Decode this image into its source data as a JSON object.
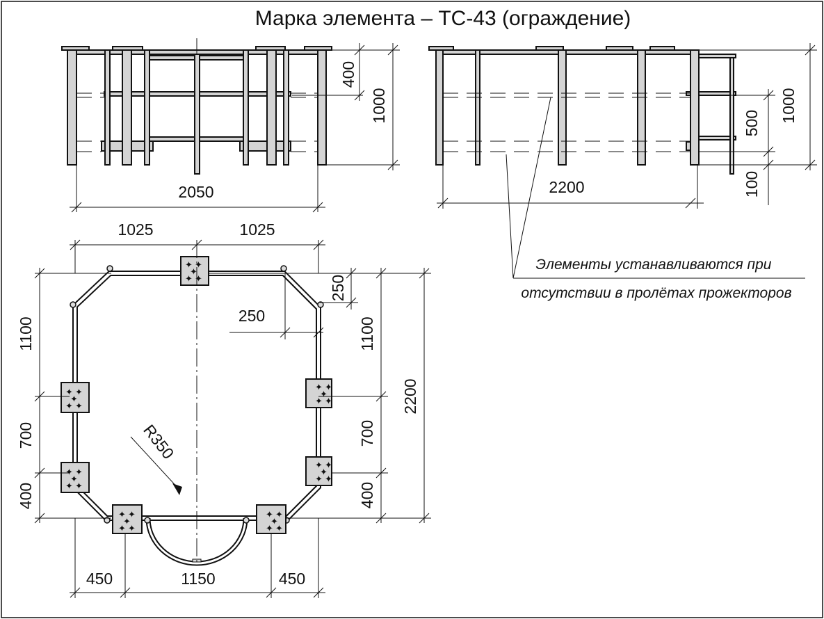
{
  "title": "Марка элемента – ТС-43 (ограждение)",
  "front_view": {
    "dim_400": "400",
    "dim_1000": "1000",
    "dim_2050": "2050"
  },
  "side_view": {
    "dim_1000": "1000",
    "dim_500": "500",
    "dim_100": "100",
    "dim_2200": "2200"
  },
  "note": {
    "line1": "Элементы устанавливаются при",
    "line2": "отсутствии в пролётах прожекторов"
  },
  "plan_view": {
    "top_left": "1025",
    "top_right": "1025",
    "chamfer_v": "250",
    "chamfer_h": "250",
    "right_1100": "1100",
    "right_700": "700",
    "right_400": "400",
    "right_total": "2200",
    "left_1100": "1100",
    "left_700": "700",
    "left_400": "400",
    "radius": "R350",
    "bottom_left": "450",
    "bottom_mid": "1150",
    "bottom_right": "450"
  }
}
